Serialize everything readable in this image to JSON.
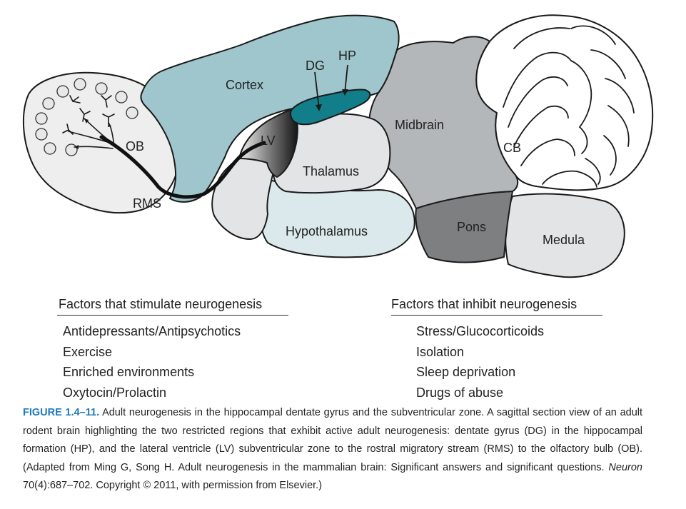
{
  "diagram": {
    "regions": {
      "ob": "OB",
      "rms": "RMS",
      "cortex": "Cortex",
      "dg": "DG",
      "hp": "HP",
      "lv": "LV",
      "thalamus": "Thalamus",
      "hypothalamus": "Hypothalamus",
      "midbrain": "Midbrain",
      "cb": "CB",
      "pons": "Pons",
      "medula": "Medula"
    },
    "colors": {
      "cortex": "#9fc6cc",
      "hippocampus": "#127e8a",
      "midbrain": "#b4b7b9",
      "pons": "#7d7f81",
      "hypothalamus": "#dce9ec",
      "light_gray": "#e2e4e5",
      "ob": "#eeeeee"
    }
  },
  "stimulate": {
    "heading": "Factors that stimulate neurogenesis",
    "items": [
      "Antidepressants/Antipsychotics",
      "Exercise",
      "Enriched environments",
      "Oxytocin/Prolactin"
    ]
  },
  "inhibit": {
    "heading": "Factors that inhibit neurogenesis",
    "items": [
      "Stress/Glucocorticoids",
      "Isolation",
      "Sleep deprivation",
      "Drugs of abuse"
    ]
  },
  "caption": {
    "label": "FIGURE 1.4–11.",
    "text": "Adult neurogenesis in the hippocampal dentate gyrus and the subventricular zone. A sagittal section view of an adult rodent brain highlighting the two restricted regions that exhibit active adult neurogenesis: dentate gyrus (DG) in the hippocampal formation (HP), and the lateral ventricle (LV) subventricular zone to the rostral migratory stream (RMS) to the olfactory bulb (OB). (Adapted from Ming G, Song H. Adult neurogenesis in the mammalian brain: Significant answers and significant questions.",
    "journal": "Neuron",
    "citation": "70(4):687–702. Copyright © 2011, with permission from Elsevier.)"
  }
}
